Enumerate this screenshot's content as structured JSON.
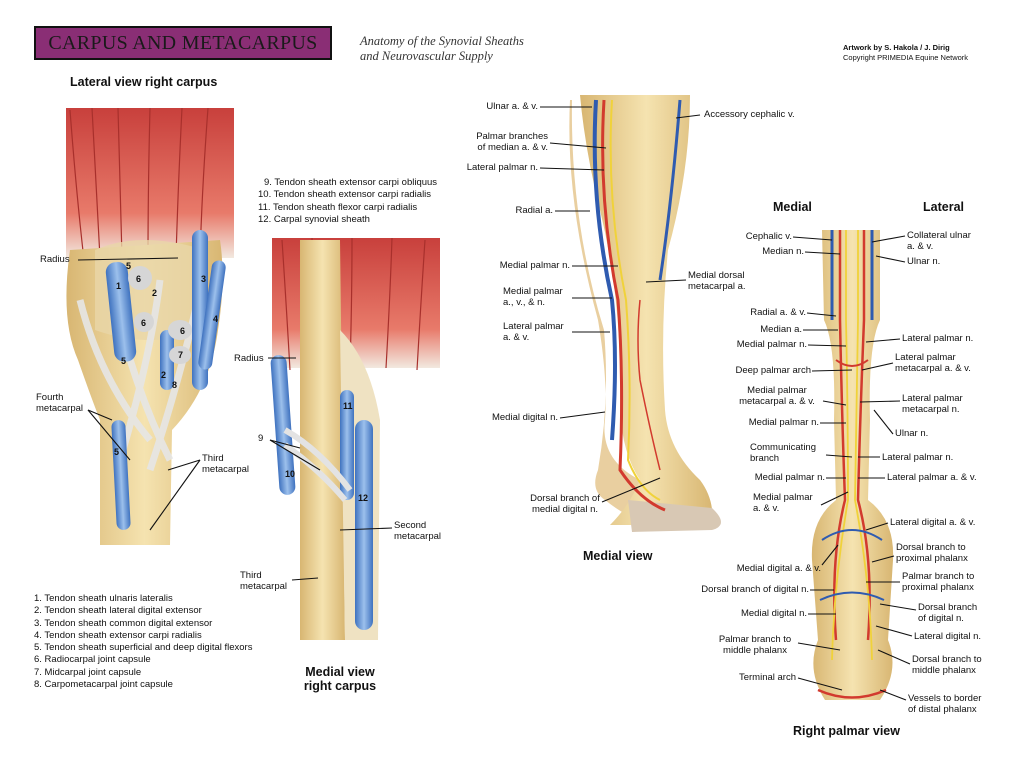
{
  "header": {
    "title": "CARPUS AND METACARPUS",
    "subtitle_line1": "Anatomy of the Synovial Sheaths",
    "subtitle_line2": "and Neurovascular Supply",
    "credit_line1": "Artwork by S. Hakola / J. Dirig",
    "credit_line2": "Copyright PRIMEDIA Equine Network"
  },
  "lateral_view": {
    "heading": "Lateral view right carpus",
    "labels": {
      "radius": "Radius",
      "fourth_metacarpal_1": "Fourth",
      "fourth_metacarpal_2": "metacarpal",
      "third_metacarpal_1": "Third",
      "third_metacarpal_2": "metacarpal"
    },
    "legend": [
      "1. Tendon sheath ulnaris lateralis",
      "2. Tendon sheath lateral digital extensor",
      "3. Tendon sheath common digital extensor",
      "4. Tendon sheath extensor carpi radialis",
      "5. Tendon sheath superficial and deep digital flexors",
      "6. Radiocarpal joint capsule",
      "7. Midcarpal joint capsule",
      "8. Carpometacarpal joint capsule"
    ],
    "numbers": [
      "1",
      "2",
      "3",
      "4",
      "5",
      "6",
      "7",
      "8"
    ]
  },
  "medial_carpus": {
    "heading_1": "Medial view",
    "heading_2": "right carpus",
    "legend": [
      "9. Tendon sheath extensor carpi obliquus",
      "10. Tendon sheath extensor carpi radialis",
      "11. Tendon sheath flexor carpi radialis",
      "12. Carpal synovial sheath"
    ],
    "labels": {
      "radius": "Radius",
      "nine": "9",
      "second_metacarpal_1": "Second",
      "second_metacarpal_2": "metacarpal",
      "third_metacarpal_1": "Third",
      "third_metacarpal_2": "metacarpal"
    },
    "numbers": [
      "10",
      "11",
      "12"
    ]
  },
  "medial_view": {
    "heading": "Medial view",
    "labels": {
      "ulnar": "Ulnar a. & v.",
      "palmar_branches_1": "Palmar branches",
      "palmar_branches_2": "of median a. & v.",
      "lateral_palmar_n": "Lateral palmar n.",
      "radial_a": "Radial a.",
      "medial_palmar_n": "Medial palmar n.",
      "medial_palmar_avn_1": "Medial palmar",
      "medial_palmar_avn_2": "a., v., & n.",
      "lateral_palmar_av_1": "Lateral palmar",
      "lateral_palmar_av_2": "a. & v.",
      "medial_digital_n": "Medial digital n.",
      "dorsal_branch_1": "Dorsal branch of",
      "dorsal_branch_2": "medial digital n.",
      "accessory_cephalic": "Accessory cephalic v.",
      "medial_dorsal_1": "Medial dorsal",
      "medial_dorsal_2": "metacarpal a."
    }
  },
  "palmar_view": {
    "heading": "Right palmar view",
    "medial": "Medial",
    "lateral": "Lateral",
    "left_labels": {
      "cephalic": "Cephalic v.",
      "median_n": "Median n.",
      "radial_av": "Radial a. & v.",
      "median_a": "Median a.",
      "medial_palmar_n1": "Medial palmar n.",
      "deep_palmar_arch": "Deep palmar arch",
      "medial_palmar_meta_1": "Medial palmar",
      "medial_palmar_meta_2": "metacarpal a. & v.",
      "medial_palmar_n2": "Medial palmar n.",
      "communicating_1": "Communicating",
      "communicating_2": "branch",
      "medial_palmar_n3": "Medial palmar n.",
      "medial_palmar_av_1": "Medial palmar",
      "medial_palmar_av_2": "a. & v.",
      "medial_digital_av": "Medial digital a. & v.",
      "dorsal_branch_digital": "Dorsal branch of digital n.",
      "medial_digital_n": "Medial digital n.",
      "palmar_middle_1": "Palmar branch to",
      "palmar_middle_2": "middle phalanx",
      "terminal_arch": "Terminal arch"
    },
    "right_labels": {
      "collateral_ulnar_1": "Collateral ulnar",
      "collateral_ulnar_2": "a. & v.",
      "ulnar_n1": "Ulnar n.",
      "lateral_palmar_n1": "Lateral palmar n.",
      "lateral_palmar_meta_1": "Lateral palmar",
      "lateral_palmar_meta_2": "metacarpal a. & v.",
      "lateral_palmar_meta_n_1": "Lateral palmar",
      "lateral_palmar_meta_n_2": "metacarpal n.",
      "ulnar_n2": "Ulnar n.",
      "lateral_palmar_n2": "Lateral palmar n.",
      "lateral_palmar_av": "Lateral palmar a. & v.",
      "lateral_digital_av": "Lateral digital a. & v.",
      "dorsal_proximal_1": "Dorsal branch to",
      "dorsal_proximal_2": "proximal phalanx",
      "palmar_proximal_1": "Palmar branch to",
      "palmar_proximal_2": "proximal phalanx",
      "dorsal_digital_1": "Dorsal branch",
      "dorsal_digital_2": "of digital n.",
      "lateral_digital_n": "Lateral digital n.",
      "dorsal_middle_1": "Dorsal branch to",
      "dorsal_middle_2": "middle phalanx",
      "vessels_1": "Vessels to border",
      "vessels_2": "of distal phalanx"
    }
  },
  "colors": {
    "title_bg": "#8a2e75",
    "muscle": "#d9504a",
    "tendon": "#e8e4d8",
    "bone": "#efd69a",
    "sheath_blue": "#5b8fd0",
    "artery": "#d23a2e",
    "vein": "#2f5bb0",
    "nerve": "#f0d23a"
  }
}
